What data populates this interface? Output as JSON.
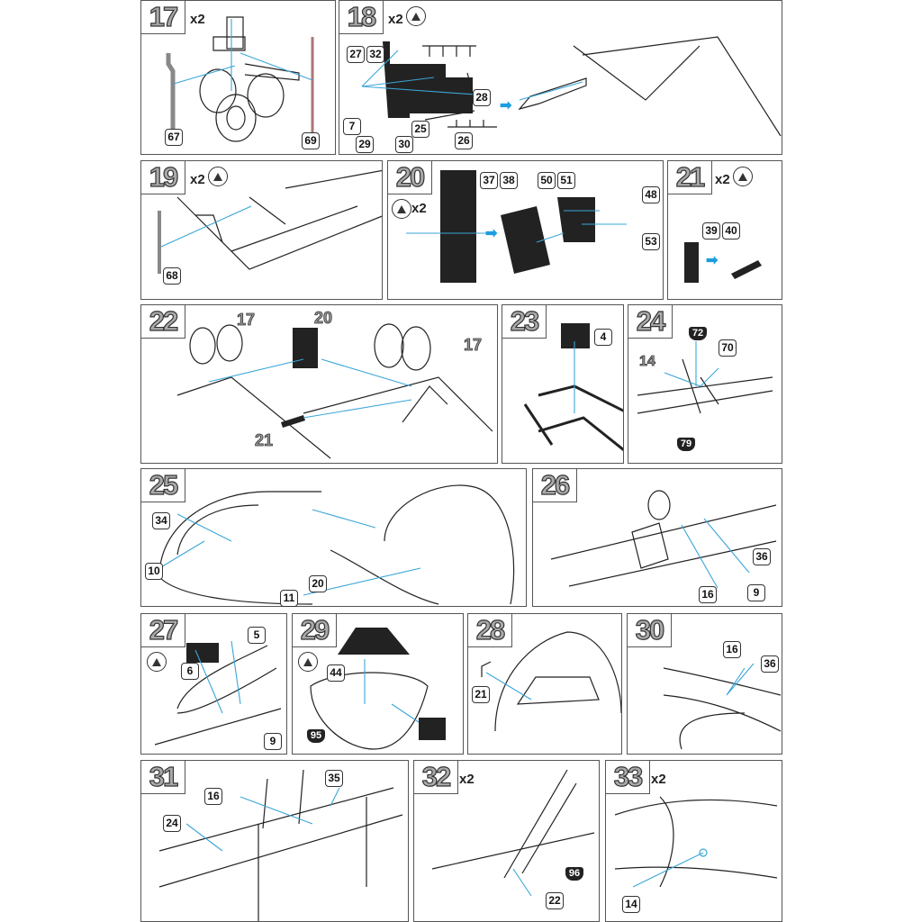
{
  "colors": {
    "leader_line": "#3aa6d8",
    "outline": "#222222",
    "step_number": "#aaaaaa",
    "arrow": "#1e9ee0"
  },
  "panels": {
    "p17": {
      "step": "17",
      "multiplier": "x2",
      "parts": [
        "67",
        "69"
      ]
    },
    "p18": {
      "step": "18",
      "multiplier": "x2",
      "parts": [
        "27",
        "32",
        "28",
        "7",
        "25",
        "29",
        "30",
        "26"
      ]
    },
    "p19": {
      "step": "19",
      "multiplier": "x2",
      "parts": [
        "68"
      ]
    },
    "p20": {
      "step": "20",
      "multiplier": "x2",
      "parts": [
        "37",
        "38",
        "50",
        "51",
        "48",
        "53"
      ]
    },
    "p21": {
      "step": "21",
      "multiplier": "x2",
      "parts": [
        "39",
        "40"
      ]
    },
    "p22": {
      "step": "22",
      "refs": [
        "17",
        "20",
        "17",
        "21"
      ]
    },
    "p23": {
      "step": "23",
      "parts": [
        "4"
      ]
    },
    "p24": {
      "step": "24",
      "parts": [
        "72",
        "70",
        "14",
        "79"
      ]
    },
    "p25": {
      "step": "25",
      "parts": [
        "34",
        "10",
        "11",
        "20"
      ]
    },
    "p26": {
      "step": "26",
      "parts": [
        "36",
        "16",
        "9"
      ]
    },
    "p27": {
      "step": "27",
      "parts": [
        "5",
        "6",
        "9"
      ]
    },
    "p29": {
      "step": "29",
      "parts": [
        "44",
        "95"
      ]
    },
    "p28": {
      "step": "28",
      "parts": [
        "21"
      ]
    },
    "p30": {
      "step": "30",
      "parts": [
        "16",
        "36"
      ]
    },
    "p31": {
      "step": "31",
      "parts": [
        "16",
        "35",
        "24"
      ]
    },
    "p32": {
      "step": "32",
      "multiplier": "x2",
      "parts": [
        "96",
        "22"
      ]
    },
    "p33": {
      "step": "33",
      "multiplier": "x2",
      "parts": [
        "14"
      ]
    }
  }
}
